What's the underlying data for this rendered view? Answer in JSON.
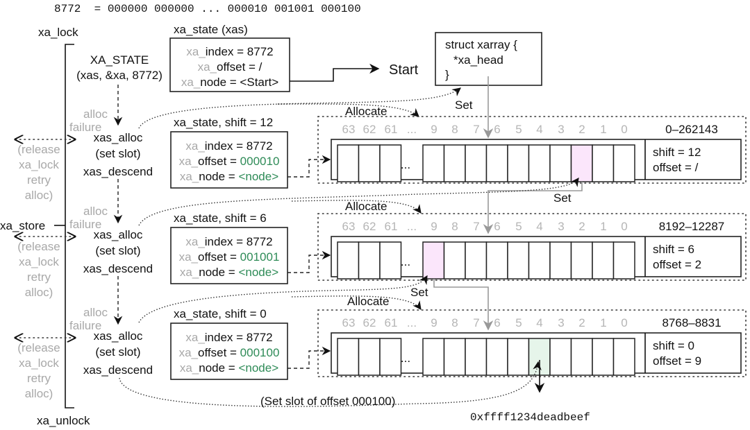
{
  "header": {
    "binary_line": "8772  = 000000 000000 ... 000010 001001 000100"
  },
  "left": {
    "lock_label": "xa_lock",
    "unlock_label": "xa_unlock",
    "store_label": "xa_store",
    "init_line1": "XA_STATE",
    "init_line2": "(xas, &xa, 8772)",
    "failure_line1": "alloc",
    "failure_line2": "failure",
    "release_lines": [
      "(release",
      "xa_lock",
      "retry",
      "alloc)"
    ],
    "alloc_label": "xas_alloc",
    "set_slot_label": "(set slot)",
    "descend_label": "xas_descend"
  },
  "initial_state": {
    "title": "xa_state (xas)",
    "index_prefix": "xa_",
    "index_rest": "index = 8772",
    "offset_prefix": "xa_",
    "offset_rest": "offset = /",
    "node_prefix": "xa_",
    "node_rest": "node = <Start>"
  },
  "start_label": "Start",
  "xarray": {
    "line1": "struct xarray {",
    "line2": "*xa_head",
    "line3": "}"
  },
  "labels": {
    "set": "Set",
    "allocate": "Allocate",
    "final_note": "(Set slot of offset 000100)",
    "final_value": "0xffff1234deadbeef",
    "ellipsis": "..."
  },
  "slot_indices": [
    "63",
    "62",
    "61",
    "...",
    "9",
    "8",
    "7",
    "6",
    "5",
    "4",
    "3",
    "2",
    "1",
    "0"
  ],
  "levels": [
    {
      "state_title": "xa_state, shift = 12",
      "index_text": "index = 8772",
      "offset_key": "offset = ",
      "offset_value": "000010",
      "node_key": "node = ",
      "node_value": "<node>",
      "range": "0–262143",
      "shift_text": "shift = 12",
      "offset_text": "offset = /",
      "highlight_slot": "2",
      "highlight_color": "#fbe6fb"
    },
    {
      "state_title": "xa_state, shift = 6",
      "index_text": "index = 8772",
      "offset_key": "offset = ",
      "offset_value": "001001",
      "node_key": "node = ",
      "node_value": "<node>",
      "range": "8192–12287",
      "shift_text": "shift = 6",
      "offset_text": "offset = 2",
      "highlight_slot": "9",
      "highlight_color": "#fbe6fb"
    },
    {
      "state_title": "xa_state, shift = 0",
      "index_text": "index = 8772",
      "offset_key": "offset = ",
      "offset_value": "000100",
      "node_key": "node = ",
      "node_value": "<node>",
      "range": "8768–8831",
      "shift_text": "shift = 0",
      "offset_text": "offset = 9",
      "highlight_slot": "4",
      "highlight_color": "#e6f5ea"
    }
  ],
  "colors": {
    "accent_green": "#2e8b57",
    "muted_gray": "#a8a8a8"
  }
}
